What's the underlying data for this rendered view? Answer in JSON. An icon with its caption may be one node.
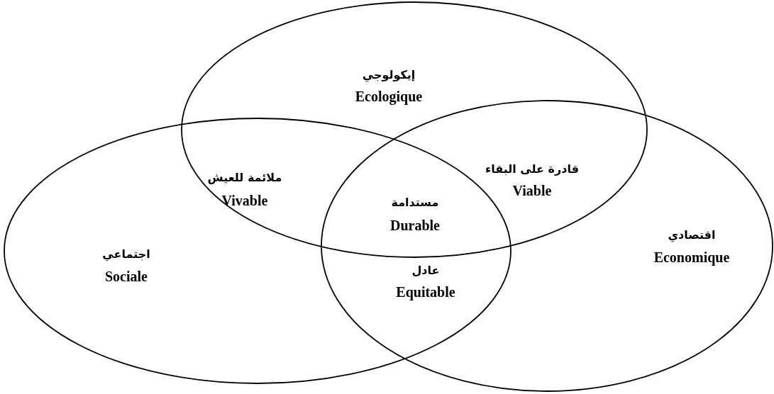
{
  "diagram": {
    "nodes": [
      {
        "text": [
          "إيكولوجي",
          "Ecologique"
        ]
      },
      {
        "text": [
          "اجتماعي",
          "Sociale"
        ]
      },
      {
        "text": [
          "اقتصادي",
          "Economique"
        ]
      }
    ],
    "labels": [
      "ملائمة للعيش",
      "Vivable",
      "قادرة على البقاء",
      "Viable",
      "مستدامة",
      "Durable",
      "عادل",
      "Equitable"
    ]
  }
}
